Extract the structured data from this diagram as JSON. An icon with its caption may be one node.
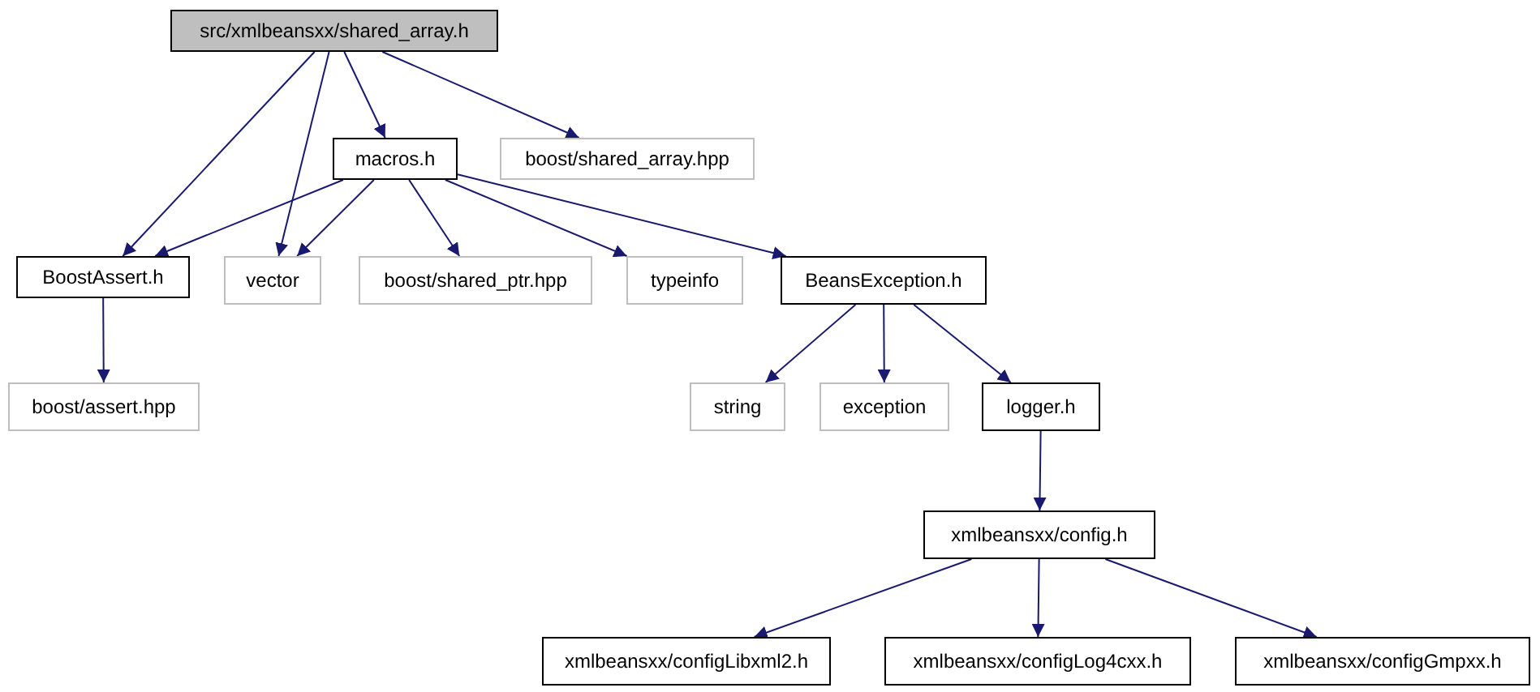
{
  "diagram": {
    "nodes": [
      {
        "text": [
          "src/xmlbeansxx/shared_array.h"
        ]
      },
      {
        "text": [
          "macros.h"
        ]
      },
      {
        "text": [
          "boost/shared_array.hpp"
        ]
      },
      {
        "text": [
          "BoostAssert.h"
        ]
      },
      {
        "text": [
          "vector"
        ]
      },
      {
        "text": [
          "boost/shared_ptr.hpp"
        ]
      },
      {
        "text": [
          "typeinfo"
        ]
      },
      {
        "text": [
          "BeansException.h"
        ]
      },
      {
        "text": [
          "boost/assert.hpp"
        ]
      },
      {
        "text": [
          "string"
        ]
      },
      {
        "text": [
          "exception"
        ]
      },
      {
        "text": [
          "logger.h"
        ]
      },
      {
        "text": [
          "xmlbeansxx/config.h"
        ]
      },
      {
        "text": [
          "xmlbeansxx/configLibxml2.h"
        ]
      },
      {
        "text": [
          "xmlbeansxx/configLog4cxx.h"
        ]
      },
      {
        "text": [
          "xmlbeansxx/configGmpxx.h"
        ]
      }
    ],
    "edges": [
      {
        "from": 0,
        "to": 3,
        "arrow": "to"
      },
      {
        "from": 0,
        "to": 4,
        "arrow": "to"
      },
      {
        "from": 0,
        "to": 1,
        "arrow": "to"
      },
      {
        "from": 0,
        "to": 2,
        "arrow": "to"
      },
      {
        "from": 1,
        "to": 3,
        "arrow": "to"
      },
      {
        "from": 1,
        "to": 4,
        "arrow": "to"
      },
      {
        "from": 1,
        "to": 5,
        "arrow": "to"
      },
      {
        "from": 1,
        "to": 6,
        "arrow": "to"
      },
      {
        "from": 1,
        "to": 7,
        "arrow": "to"
      },
      {
        "from": 3,
        "to": 8,
        "arrow": "to"
      },
      {
        "from": 7,
        "to": 9,
        "arrow": "to"
      },
      {
        "from": 7,
        "to": 10,
        "arrow": "to"
      },
      {
        "from": 7,
        "to": 11,
        "arrow": "to"
      },
      {
        "from": 11,
        "to": 12,
        "arrow": "to"
      },
      {
        "from": 12,
        "to": 13,
        "arrow": "to"
      },
      {
        "from": 12,
        "to": 14,
        "arrow": "to"
      },
      {
        "from": 12,
        "to": 15,
        "arrow": "to"
      }
    ]
  }
}
